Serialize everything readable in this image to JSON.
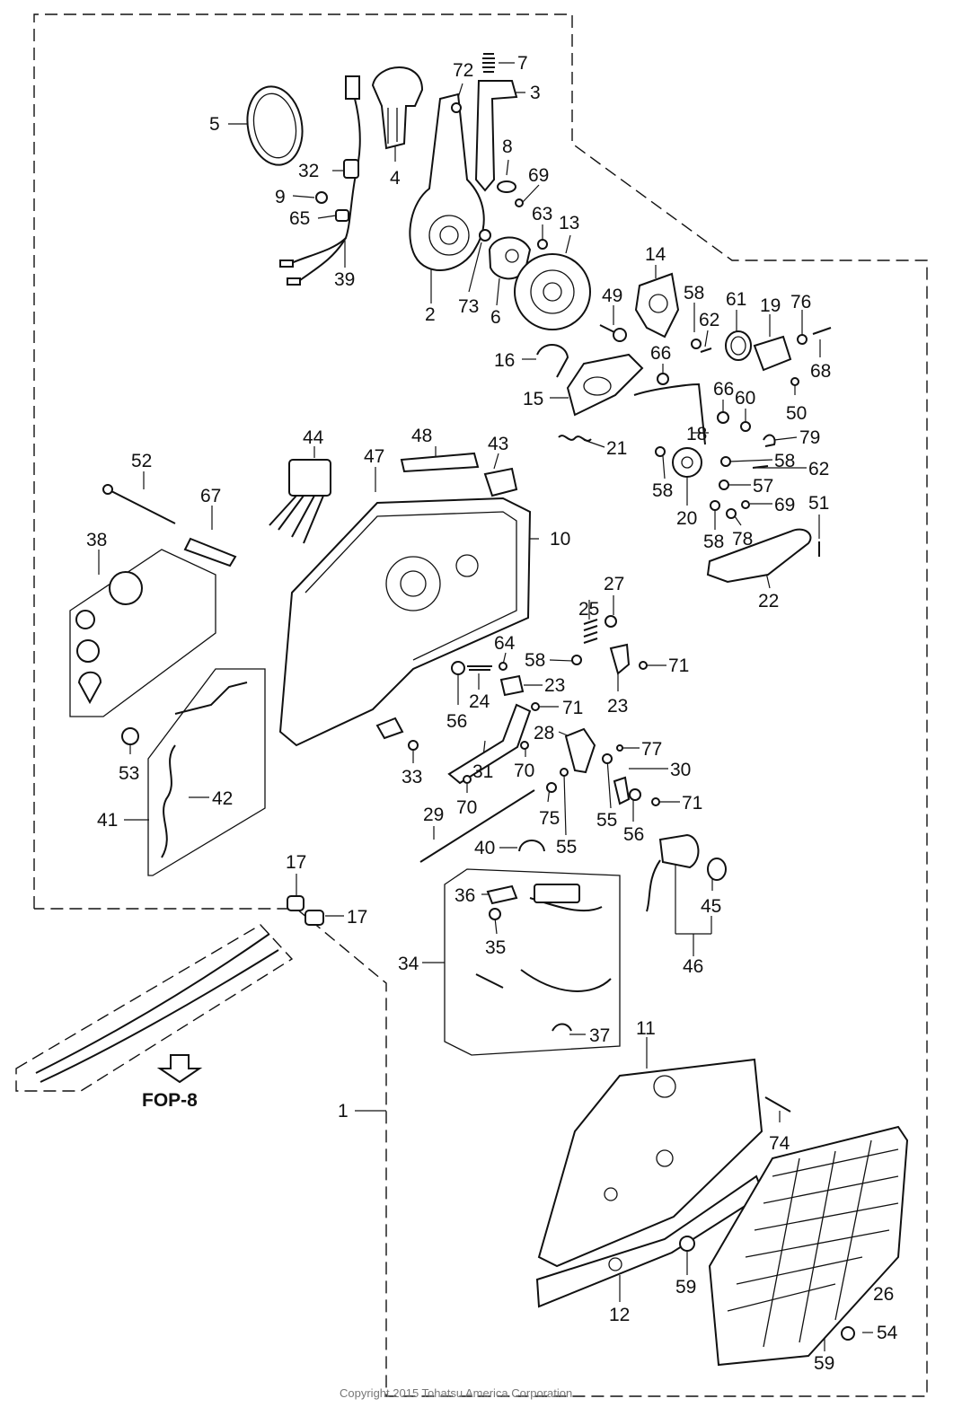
{
  "labels": {
    "p1": "1",
    "p2": "2",
    "p3": "3",
    "p4": "4",
    "p5": "5",
    "p6": "6",
    "p7": "7",
    "p8": "8",
    "p9": "9",
    "p10": "10",
    "p11": "11",
    "p12": "12",
    "p13": "13",
    "p14": "14",
    "p15": "15",
    "p16": "16",
    "p17a": "17",
    "p17b": "17",
    "p18": "18",
    "p19": "19",
    "p20": "20",
    "p21": "21",
    "p22": "22",
    "p23a": "23",
    "p23b": "23",
    "p24": "24",
    "p25": "25",
    "p26": "26",
    "p27": "27",
    "p28": "28",
    "p29": "29",
    "p30": "30",
    "p31": "31",
    "p32": "32",
    "p33": "33",
    "p34": "34",
    "p35": "35",
    "p36": "36",
    "p37": "37",
    "p38": "38",
    "p39": "39",
    "p40": "40",
    "p41": "41",
    "p42": "42",
    "p43": "43",
    "p44": "44",
    "p45": "45",
    "p46": "46",
    "p47": "47",
    "p48": "48",
    "p49": "49",
    "p50": "50",
    "p51": "51",
    "p52": "52",
    "p53": "53",
    "p54": "54",
    "p55a": "55",
    "p55b": "55",
    "p56a": "56",
    "p56b": "56",
    "p57": "57",
    "p58a": "58",
    "p58b": "58",
    "p58c": "58",
    "p58d": "58",
    "p58e": "58",
    "p59a": "59",
    "p59b": "59",
    "p60": "60",
    "p61": "61",
    "p62a": "62",
    "p62b": "62",
    "p63": "63",
    "p64": "64",
    "p65": "65",
    "p66a": "66",
    "p66b": "66",
    "p67": "67",
    "p68": "68",
    "p69a": "69",
    "p69b": "69",
    "p70a": "70",
    "p70b": "70",
    "p71a": "71",
    "p71b": "71",
    "p71c": "71",
    "p72": "72",
    "p73": "73",
    "p74": "74",
    "p75": "75",
    "p76": "76",
    "p77": "77",
    "p78": "78",
    "p79": "79"
  },
  "reference": "FOP-8",
  "copyright": "Copyright 2015 Tohatsu America Corporation"
}
